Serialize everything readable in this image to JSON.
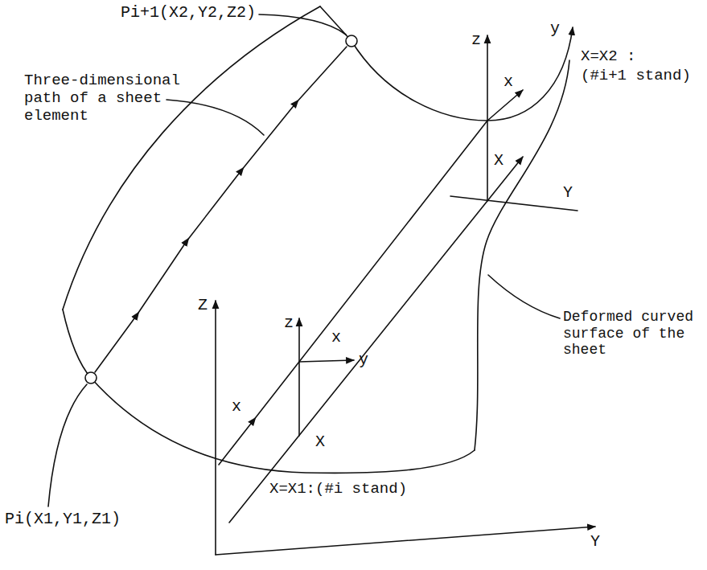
{
  "diagram": {
    "labels": [
      "Pi+1(X2,Y2,Z2)",
      "z",
      "y",
      "X=X2 :",
      "(#i+1 stand)",
      "x",
      "Three-dimensional path of a sheet element",
      "X",
      "Y",
      "Z",
      "z",
      "x",
      "y",
      "Deformed curved surface of the sheet",
      "x",
      "X",
      "X=X1:(#i stand)",
      "Pi(X1,Y1,Z1)",
      "Y"
    ]
  }
}
